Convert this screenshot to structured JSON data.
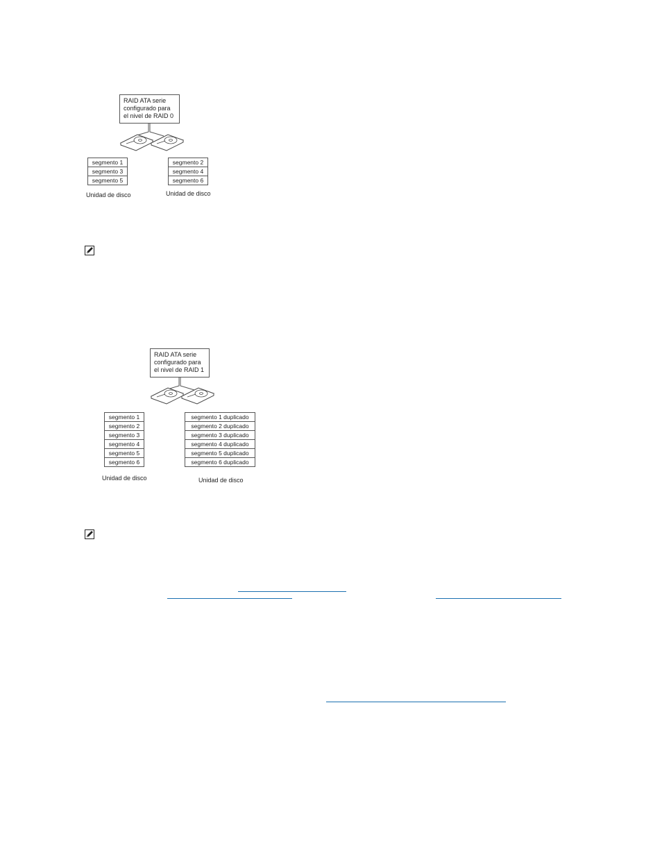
{
  "raid0": {
    "box_lines": [
      "RAID ATA serie",
      "configurado para",
      "el nivel de RAID 0"
    ],
    "left_segments": [
      "segmento 1",
      "segmento 3",
      "segmento 5"
    ],
    "right_segments": [
      "segmento 2",
      "segmento 4",
      "segmento 6"
    ],
    "left_caption": "Unidad de disco",
    "right_caption": "Unidad de disco"
  },
  "raid1": {
    "box_lines": [
      "RAID ATA serie",
      "configurado para",
      "el nivel de RAID 1"
    ],
    "left_segments": [
      "segmento 1",
      "segmento 2",
      "segmento 3",
      "segmento 4",
      "segmento 5",
      "segmento 6"
    ],
    "right_segments": [
      "segmento 1 duplicado",
      "segmento 2 duplicado",
      "segmento 3 duplicado",
      "segmento 4 duplicado",
      "segmento 5 duplicado",
      "segmento 6 duplicado"
    ],
    "left_caption": "Unidad de disco",
    "right_caption": "Unidad de disco"
  },
  "icons": {
    "note": "note-pencil-icon",
    "drive": "hard-drive-icon"
  },
  "colors": {
    "link": "#1a6fb0",
    "line": "#555555"
  },
  "links": [
    {
      "id": "link-1"
    },
    {
      "id": "link-2"
    },
    {
      "id": "link-3"
    },
    {
      "id": "link-4"
    }
  ]
}
